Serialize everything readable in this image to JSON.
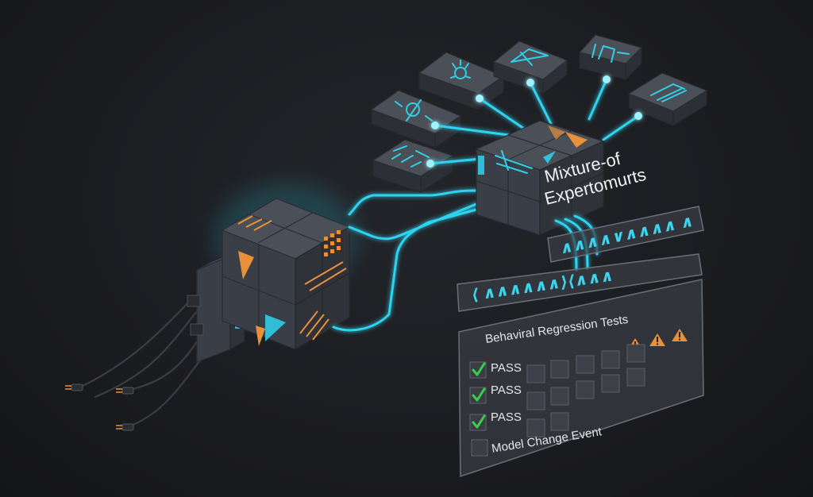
{
  "moe_label": {
    "line1": "Mixture-of",
    "line2": "Expertomurts"
  },
  "panels": {
    "top_pattern": "∧∧∧∧∨∧∧∧∧ ∧",
    "mid_pattern": "⟨ ∧∧∧∧∧∧⟩⟨∧∧∧",
    "tests_title": "Behaviral Regression Tests",
    "rows": [
      {
        "status": "PASS",
        "checked": true
      },
      {
        "status": "PASS",
        "checked": true
      },
      {
        "status": "PASS",
        "checked": true
      }
    ],
    "event_label": "Model Change Event",
    "warning_count": 3
  },
  "colors": {
    "accent_cyan": "#2fd3ef",
    "accent_orange": "#e8913a",
    "pass_green": "#37d04c",
    "warning_orange": "#e8913a"
  },
  "icons": [
    "brain-circuit-icon",
    "gear-hub-icon",
    "triangle-mesh-icon",
    "grid-blocks-icon",
    "bracket-circuit-icon",
    "code-grid-icon"
  ]
}
